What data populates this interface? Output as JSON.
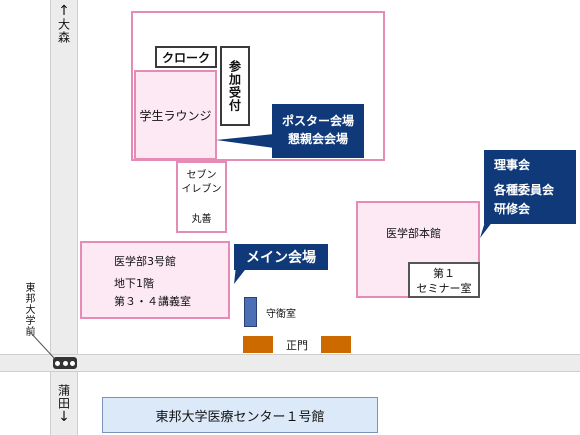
{
  "directions": {
    "omori": {
      "arrow": "↑",
      "label": "大森"
    },
    "kamata": {
      "label": "蒲田",
      "arrow": "↓"
    }
  },
  "station_label": "東邦大学前",
  "railway_icon": "train-dots-icon",
  "buildings": {
    "cloak": "クローク",
    "reception": "参加受付",
    "student_lounge": "学生ラウンジ",
    "seven_eleven_top": "セブン",
    "seven_eleven_bottom": "イレブン",
    "maruzen": "丸善",
    "bldg3_name": "医学部3号館",
    "bldg3_floor": "地下1階",
    "bldg3_room": "第３・４講義室",
    "main_bldg_name": "医学部本館",
    "seminar_line1": "第１",
    "seminar_line2": "セミナー室",
    "guard_room": "守衛室",
    "main_gate": "正門",
    "hospital": "東邦大学医療センター１号館"
  },
  "callouts": {
    "poster_line1": "ポスター会場",
    "poster_line2": "懇親会会場",
    "main_venue": "メイン会場",
    "board_line1": "理事会",
    "board_line2": "各種委員会",
    "board_line3": "研修会"
  },
  "colors": {
    "navy": "#10397a",
    "pink_border": "#e58bb6",
    "pink_fill": "#fde9f3",
    "gate_orange": "#cc6a00",
    "guard_blue": "#4d6fb5",
    "hospital_fill": "#dce9f8"
  }
}
